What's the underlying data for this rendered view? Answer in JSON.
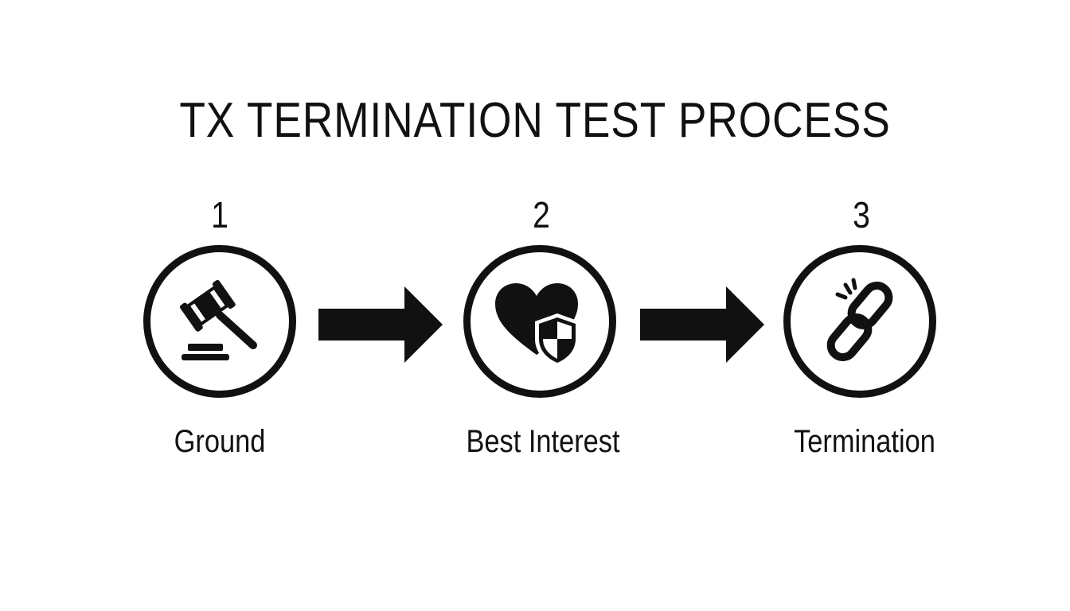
{
  "title": "TX TERMINATION TEST PROCESS",
  "colors": {
    "ink": "#111111",
    "background": "#ffffff"
  },
  "steps": [
    {
      "number": "1",
      "label": "Ground",
      "icon": "gavel-icon"
    },
    {
      "number": "2",
      "label": "Best Interest",
      "icon": "heart-shield-icon"
    },
    {
      "number": "3",
      "label": "Termination",
      "icon": "broken-chain-link-icon"
    }
  ]
}
